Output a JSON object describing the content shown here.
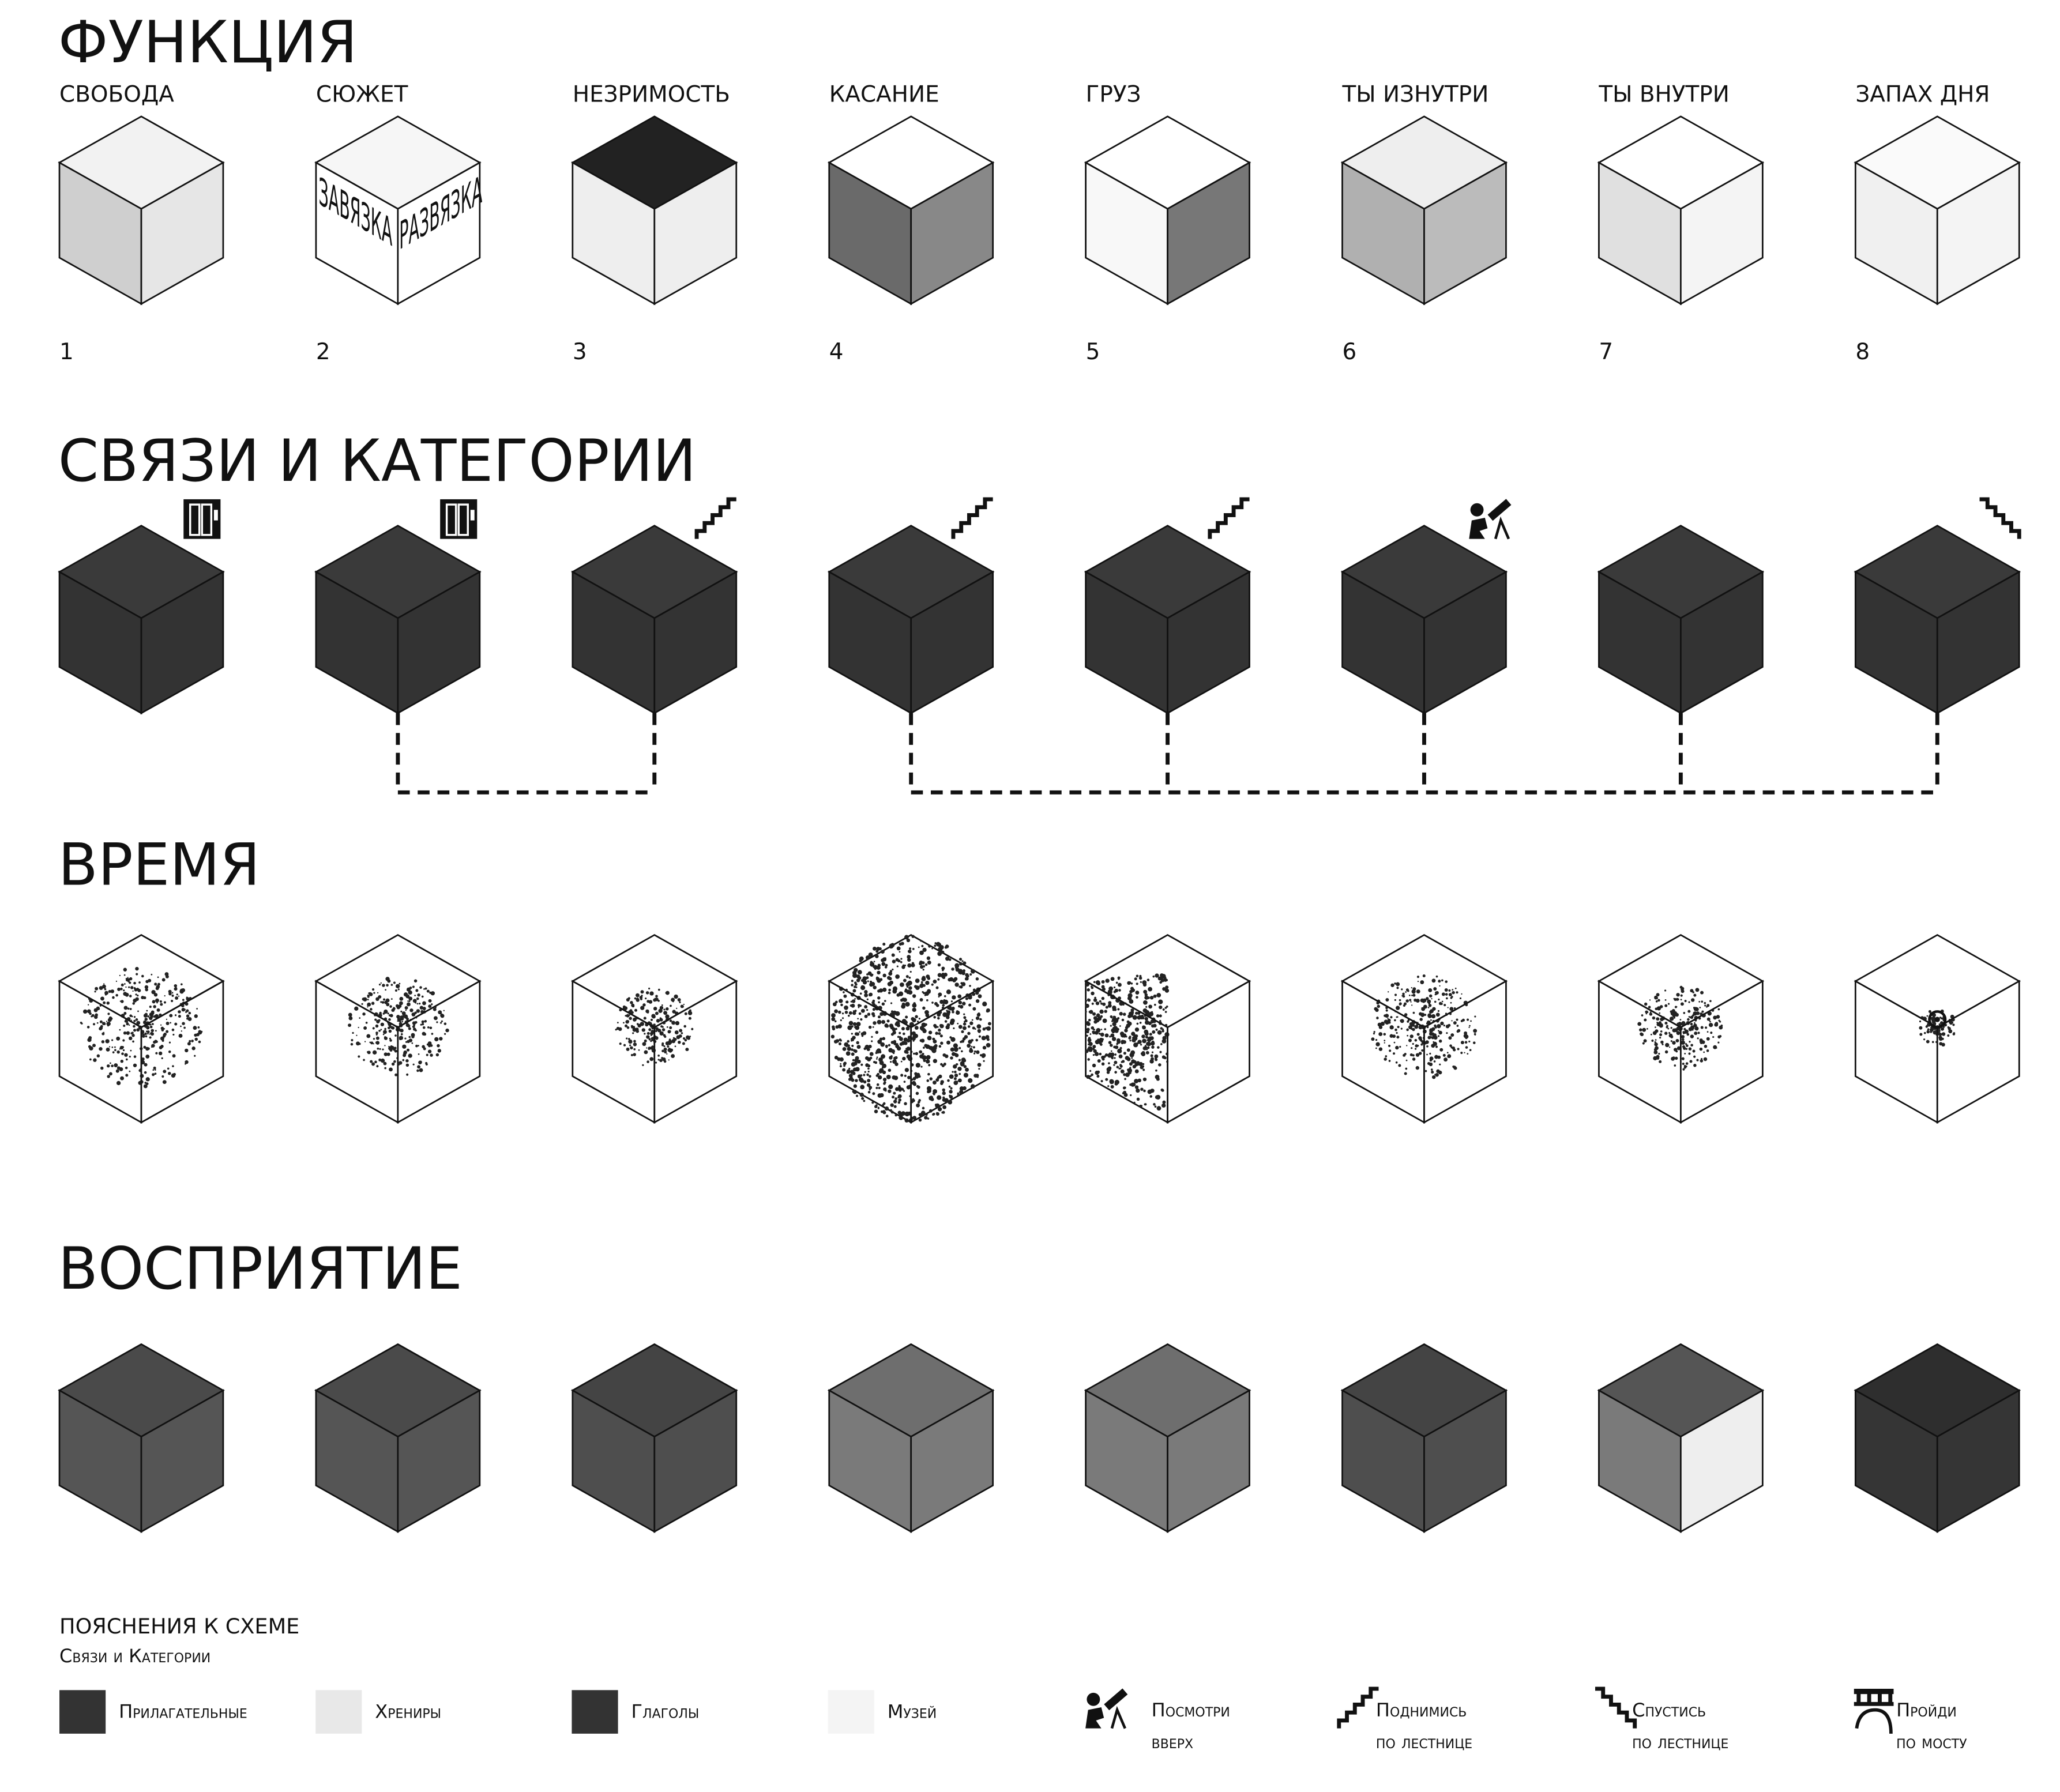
{
  "sections": {
    "function": "ФУНКЦИЯ",
    "links": "СВЯЗИ И КАТЕГОРИИ",
    "time": "ВРЕМЯ",
    "perception": "ВОСПРИЯТИЕ"
  },
  "function_items": [
    {
      "label": "СВОБОДА",
      "number": "1"
    },
    {
      "label": "СЮЖЕТ",
      "number": "2",
      "face_left": "ЗАВЯЗКА",
      "face_right": "РАЗВЯЗКА"
    },
    {
      "label": "НЕЗРИМОСТЬ",
      "number": "3"
    },
    {
      "label": "КАСАНИЕ",
      "number": "4"
    },
    {
      "label": "ГРУЗ",
      "number": "5"
    },
    {
      "label": "ТЫ ИЗНУТРИ",
      "number": "6"
    },
    {
      "label": "ТЫ ВНУТРИ",
      "number": "7"
    },
    {
      "label": "ЗАПАХ ДНЯ",
      "number": "8"
    }
  ],
  "link_icons": [
    "elevator-icon",
    "elevator-icon",
    "stairs-up-icon",
    "stairs-up-icon",
    "stairs-up-icon",
    "look-up-icon",
    "",
    "stairs-down-icon"
  ],
  "link_groups": [
    [
      2,
      3
    ],
    [
      4,
      5,
      6,
      7,
      8
    ]
  ],
  "time_density": [
    0.9,
    0.7,
    0.5,
    1.0,
    0.95,
    0.75,
    0.55,
    0.1
  ],
  "perception_colors": [
    {
      "top": "#4a4a4a",
      "left": "#555555",
      "right": "#555555"
    },
    {
      "top": "#4a4a4a",
      "left": "#555555",
      "right": "#555555"
    },
    {
      "top": "#444444",
      "left": "#4e4e4e",
      "right": "#4e4e4e"
    },
    {
      "top": "#6e6e6e",
      "left": "#7a7a7a",
      "right": "#7a7a7a"
    },
    {
      "top": "#6e6e6e",
      "left": "#7a7a7a",
      "right": "#7a7a7a"
    },
    {
      "top": "#444444",
      "left": "#4e4e4e",
      "right": "#4e4e4e"
    },
    {
      "top": "#555555",
      "left": "#7a7a7a",
      "right": "#eeeeee"
    },
    {
      "top": "#2e2e2e",
      "left": "#353535",
      "right": "#353535"
    }
  ],
  "legend": {
    "title": "ПОЯСНЕНИЯ К СХЕМЕ",
    "subtitle": "Связи и Категории",
    "swatches": [
      {
        "label": "Прилагательные",
        "color": "#333333"
      },
      {
        "label": "Хрениры",
        "color": "#e8e8e8"
      },
      {
        "label": "Глаголы",
        "color": "#333333"
      },
      {
        "label": "Музей",
        "color": "#f4f4f4"
      }
    ],
    "icons": [
      {
        "icon": "look-up-icon",
        "line1": "Посмотри",
        "line2": "вверх"
      },
      {
        "icon": "stairs-up-icon",
        "line1": "Поднимись",
        "line2": "по лестнице"
      },
      {
        "icon": "stairs-down-icon",
        "line1": "Спустись",
        "line2": "по лестнице"
      },
      {
        "icon": "bridge-icon",
        "line1": "Пройди",
        "line2": "по мосту"
      }
    ]
  }
}
